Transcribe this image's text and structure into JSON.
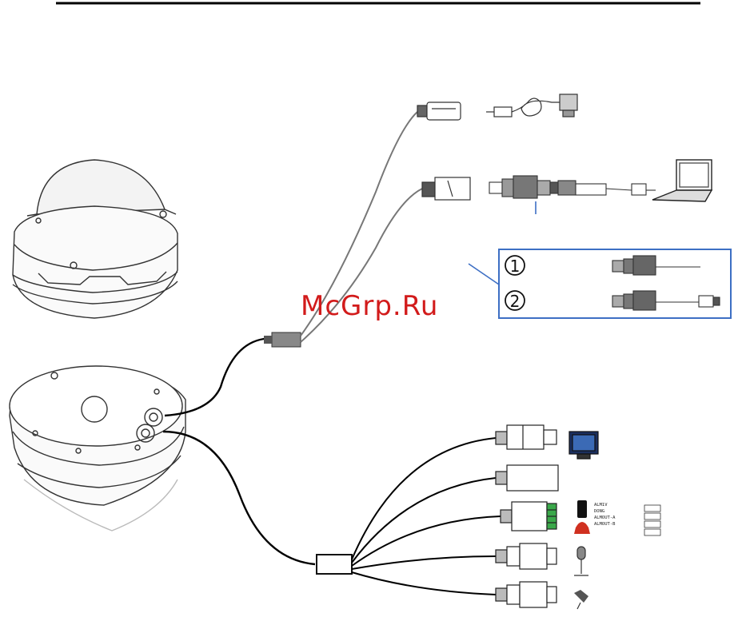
{
  "watermark": "McGrp.Ru",
  "options": {
    "option1": "1",
    "option2": "2"
  },
  "alarm_terminals": {
    "row1": "ALM1V",
    "row2": "DONG",
    "row3": "ALMOUT-A",
    "row4": "ALMOUT-B"
  },
  "colors": {
    "line": "#000000",
    "cable_gray": "#777777",
    "accent_blue": "#3d6fc4",
    "watermark_red": "#d21b1b",
    "terminal_green": "#3aa84a"
  },
  "icons": [
    "dome-camera-icon",
    "camera-base-icon",
    "dc-power-connector-icon",
    "power-adapter-icon",
    "rj45-connector-icon",
    "network-cable-icon",
    "laptop-icon",
    "video-monitor-icon",
    "audio-connector-icon",
    "alarm-terminal-icon",
    "microphone-icon",
    "speaker-icon"
  ]
}
